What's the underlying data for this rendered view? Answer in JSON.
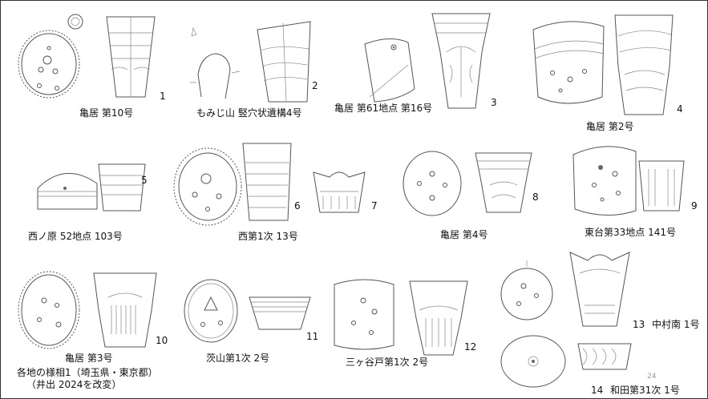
{
  "labels": {
    "l1": "亀居 第10号",
    "l2": "もみじ山 竪穴状遺構4号",
    "l3": "亀居 第61地点 第16号",
    "l4": "亀居 第2号",
    "l5": "西ノ原 52地点 103号",
    "l6": "西第1次 13号",
    "l7": "亀居 第4号",
    "l8": "東台第33地点 141号",
    "l9": "亀居 第3号",
    "l10": "茨山第1次 2号",
    "l11": "三ヶ谷戸第1次 2号",
    "l12": "中村南 1号",
    "l13": "和田第31次 1号"
  },
  "numbers": {
    "n1": "1",
    "n2": "2",
    "n3": "3",
    "n4": "4",
    "n5": "5",
    "n6": "6",
    "n7": "7",
    "n8": "8",
    "n9": "9",
    "n10": "10",
    "n11": "11",
    "n12": "12",
    "n13": "13",
    "n14": "14"
  },
  "caption": {
    "line1": "各地の様相1（埼玉県・東京都）",
    "line2": "（井出 2024を改変）"
  },
  "page_number": "24"
}
